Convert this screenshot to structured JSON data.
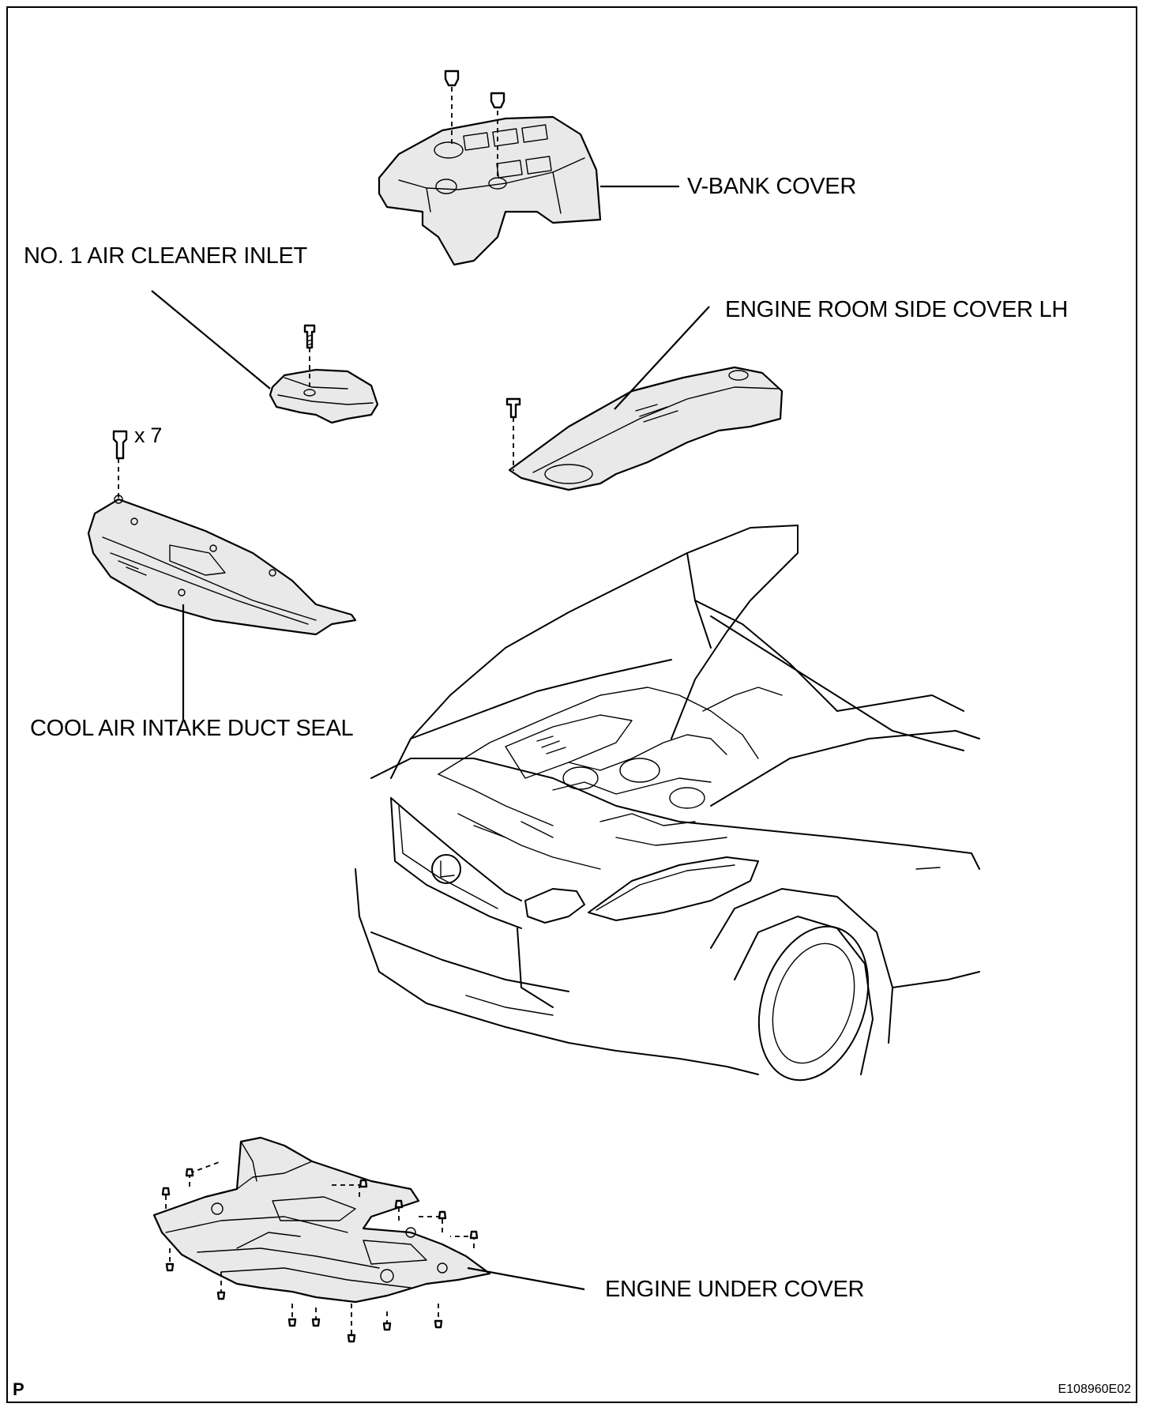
{
  "labels": {
    "v_bank_cover": "V-BANK COVER",
    "air_cleaner_inlet": "NO. 1 AIR CLEANER INLET",
    "engine_room_side_cover": "ENGINE ROOM SIDE COVER LH",
    "cool_air_intake_duct_seal": "COOL AIR INTAKE DUCT SEAL",
    "engine_under_cover": "ENGINE UNDER COVER",
    "clip_quantity": "x 7"
  },
  "footer": {
    "left_mark": "P",
    "figure_code": "E108960E02"
  }
}
